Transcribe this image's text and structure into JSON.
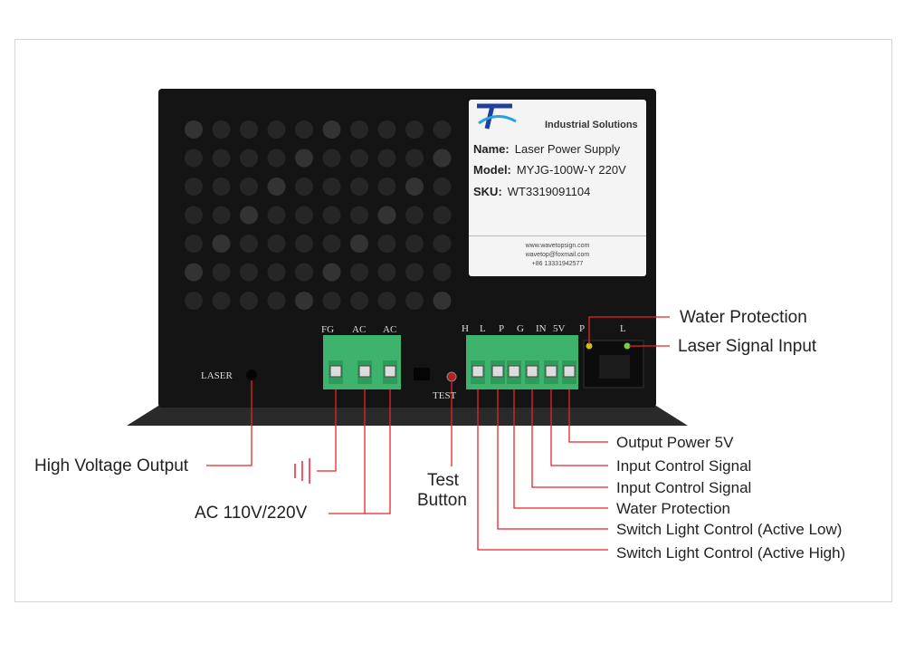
{
  "label": {
    "brand": "Industrial Solutions",
    "name_key": "Name:",
    "name": "Laser Power Supply",
    "model_key": "Model:",
    "model": "MYJG-100W-Y 220V",
    "sku_key": "SKU:",
    "sku": "WT3319091104",
    "website": "www.wavetopsign.com",
    "email": "wavetop@foxmail.com",
    "phone": "+86 13331942577"
  },
  "panel": {
    "laser": "LASER",
    "test": "TEST",
    "t1": [
      "FG",
      "AC",
      "AC"
    ],
    "t2": [
      "H",
      "L",
      "P",
      "G",
      "IN",
      "5V"
    ],
    "p": "P",
    "l": "L"
  },
  "callouts": {
    "water_protection_top": "Water Protection",
    "laser_signal_input": "Laser Signal Input",
    "high_voltage_output": "High Voltage Output",
    "ac": "AC 110V/220V",
    "test_button_1": "Test",
    "test_button_2": "Button",
    "output_5v": "Output Power 5V",
    "in1": "Input Control Signal",
    "in2": "Input Control Signal",
    "water_protection": "Water Protection",
    "switch_low": "Switch Light Control (Active Low)",
    "switch_high": "Switch Light Control (Active High)"
  },
  "colors": {
    "line": "#e5262a",
    "terminal": "#3db36e",
    "body": "#141414"
  }
}
